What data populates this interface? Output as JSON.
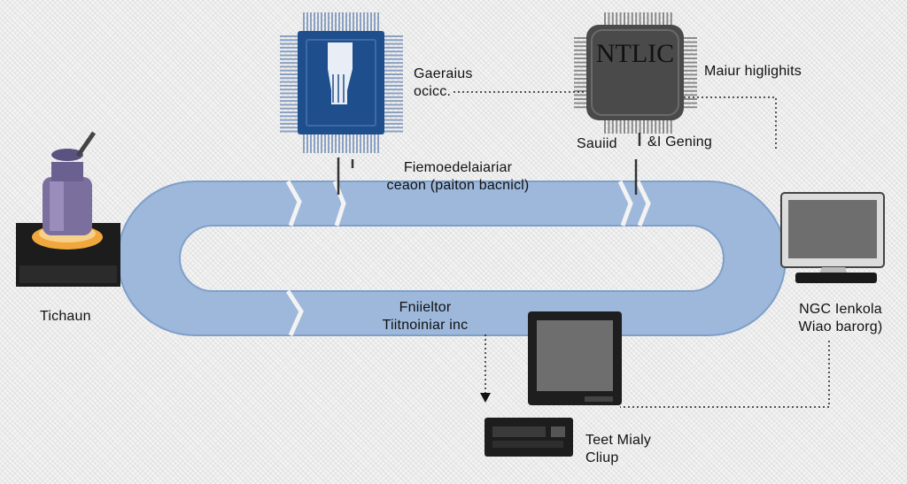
{
  "colors": {
    "loop": "#9db8db",
    "loop_edge": "#7f9fc9",
    "chip_blue": "#1f4e8c",
    "chip_dark": "#4a4a4a",
    "pins": "#8aa1c1",
    "connector": "#333333",
    "monitor_screen": "#6e6e6e"
  },
  "icons": [
    "microscope-icon",
    "cpu-chip-icon",
    "processor-chip-icon",
    "monitor-icon",
    "display-device-icon",
    "controller-box-icon"
  ],
  "labels": {
    "left_device": "Tichaun",
    "chip1_line1": "Gaeraius",
    "chip1_line2": "ocicc.",
    "chip2_text": "NTLIC",
    "chip2_label": "Maiur higlighits",
    "mid_left": "Sauiid",
    "mid_right": "&I Gening",
    "top_loop_line1": "Fiemoedelaiariar",
    "top_loop_line2": "ceaon (paiton bacnicl)",
    "bottom_loop_line1": "Fniieltor",
    "bottom_loop_line2": "Tiitnoiniar inc",
    "right_line1": "NGC Ienkola",
    "right_line2": "Wiao barorg)",
    "bottom_line1": "Teet Mialy",
    "bottom_line2": "Cliup"
  }
}
